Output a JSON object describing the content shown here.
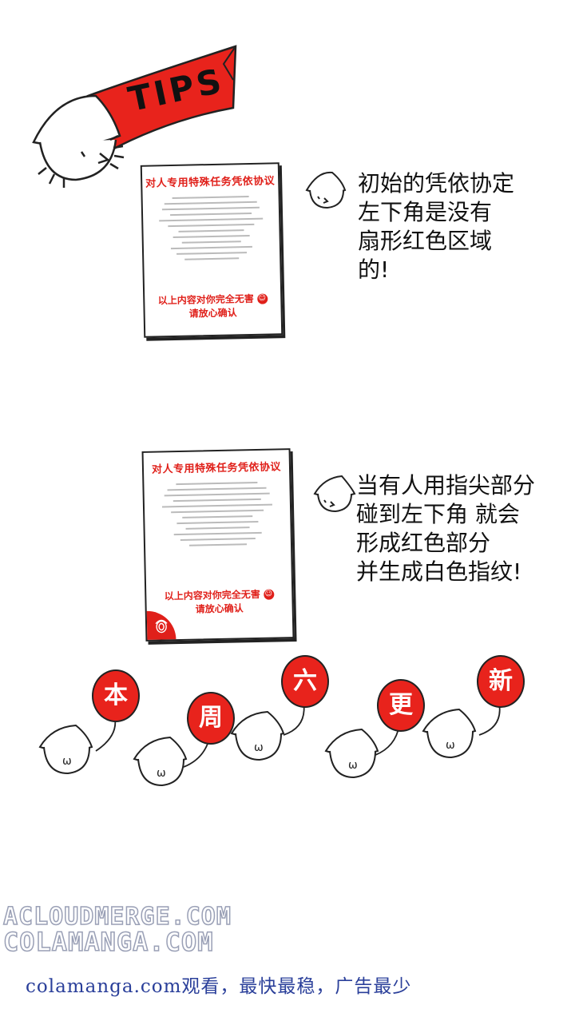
{
  "banner": {
    "label": "TIPS",
    "color": "#e8231c"
  },
  "document_1": {
    "title": "对人专用特殊任务凭依协议",
    "footer_line1": "以上内容对你完全无害",
    "footer_line2": "请放心确认",
    "has_red_fan": false
  },
  "document_2": {
    "title": "对人专用特殊任务凭依协议",
    "footer_line1": "以上内容对你完全无害",
    "footer_line2": "请放心确认",
    "has_red_fan": true
  },
  "note_1": {
    "lines": [
      "初始的凭依协定",
      "左下角是没有",
      "扇形红色区域",
      "的!"
    ]
  },
  "note_2": {
    "lines": [
      "当有人用指尖部分",
      "碰到左下角 就会",
      "形成红色部分",
      "并生成白色指纹!"
    ]
  },
  "balloons": [
    "本",
    "周",
    "六",
    "更",
    "新"
  ],
  "watermark": {
    "line1": "ACLOUDMERGE.COM",
    "line2": "COLAMANGA.COM"
  },
  "footer_ad": "colamanga.com观看，最快最稳，广告最少",
  "colors": {
    "accent_red": "#e8231c",
    "doc_red": "#e0201a",
    "ad_blue": "#2a3f9a"
  }
}
